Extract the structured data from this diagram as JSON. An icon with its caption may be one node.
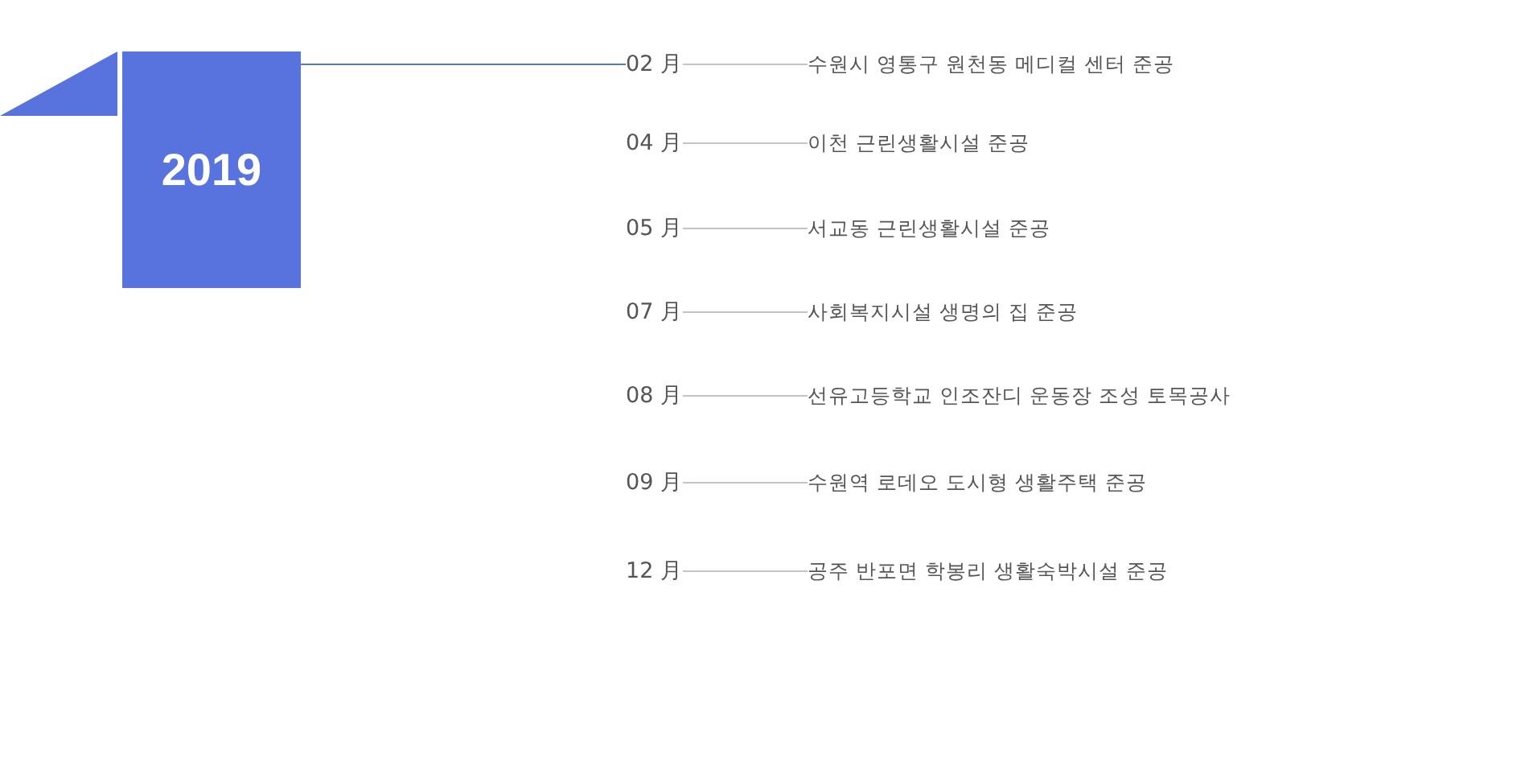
{
  "diagram": {
    "nodes": [
      {
        "text": [
          "2019"
        ]
      },
      {
        "text": [
          "02 月"
        ]
      },
      {
        "text": [
          "수원시 영통구 원천동 메디컬 센터 준공"
        ]
      },
      {
        "text": [
          "04 月"
        ]
      },
      {
        "text": [
          "이천 근린생활시설 준공"
        ]
      },
      {
        "text": [
          "05 月"
        ]
      },
      {
        "text": [
          "서교동 근린생활시설 준공"
        ]
      },
      {
        "text": [
          "07 月"
        ]
      },
      {
        "text": [
          "사회복지시설 생명의 집 준공"
        ]
      },
      {
        "text": [
          "08 月"
        ]
      },
      {
        "text": [
          "선유고등학교 인조잔디 운동장 조성 토목공사"
        ]
      },
      {
        "text": [
          "09 月"
        ]
      },
      {
        "text": [
          "수원역 로데오 도시형 생활주택 준공"
        ]
      },
      {
        "text": [
          "12 月"
        ]
      },
      {
        "text": [
          "공주 반포면 학봉리 생활숙박시설 준공"
        ]
      }
    ],
    "edges": [
      {
        "from": 0,
        "to": 1,
        "arrow": "none",
        "color": "#5872de"
      },
      {
        "from": 1,
        "to": 2,
        "arrow": "none"
      },
      {
        "from": 3,
        "to": 4,
        "arrow": "none"
      },
      {
        "from": 5,
        "to": 6,
        "arrow": "none"
      },
      {
        "from": 7,
        "to": 8,
        "arrow": "none"
      },
      {
        "from": 9,
        "to": 10,
        "arrow": "none"
      },
      {
        "from": 11,
        "to": 12,
        "arrow": "none"
      },
      {
        "from": 13,
        "to": 14,
        "arrow": "none"
      }
    ]
  }
}
